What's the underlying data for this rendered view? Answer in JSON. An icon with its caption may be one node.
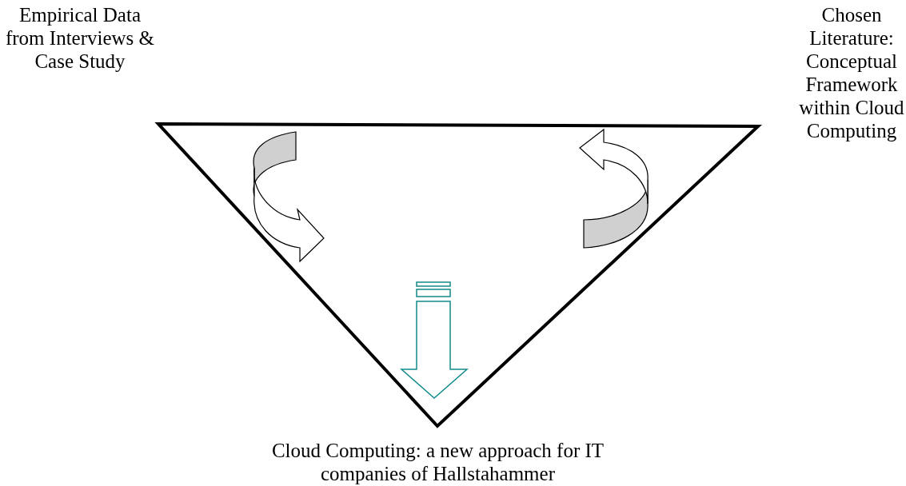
{
  "diagram": {
    "nodes": [
      {
        "text": [
          "Empirical Data from Interviews & Case Study"
        ]
      },
      {
        "text": [
          "Chosen Literature: Conceptual Framework within Cloud Computing"
        ]
      },
      {
        "text": [
          "Cloud Computing: a new approach for IT companies of Hallstahammer"
        ]
      }
    ]
  }
}
